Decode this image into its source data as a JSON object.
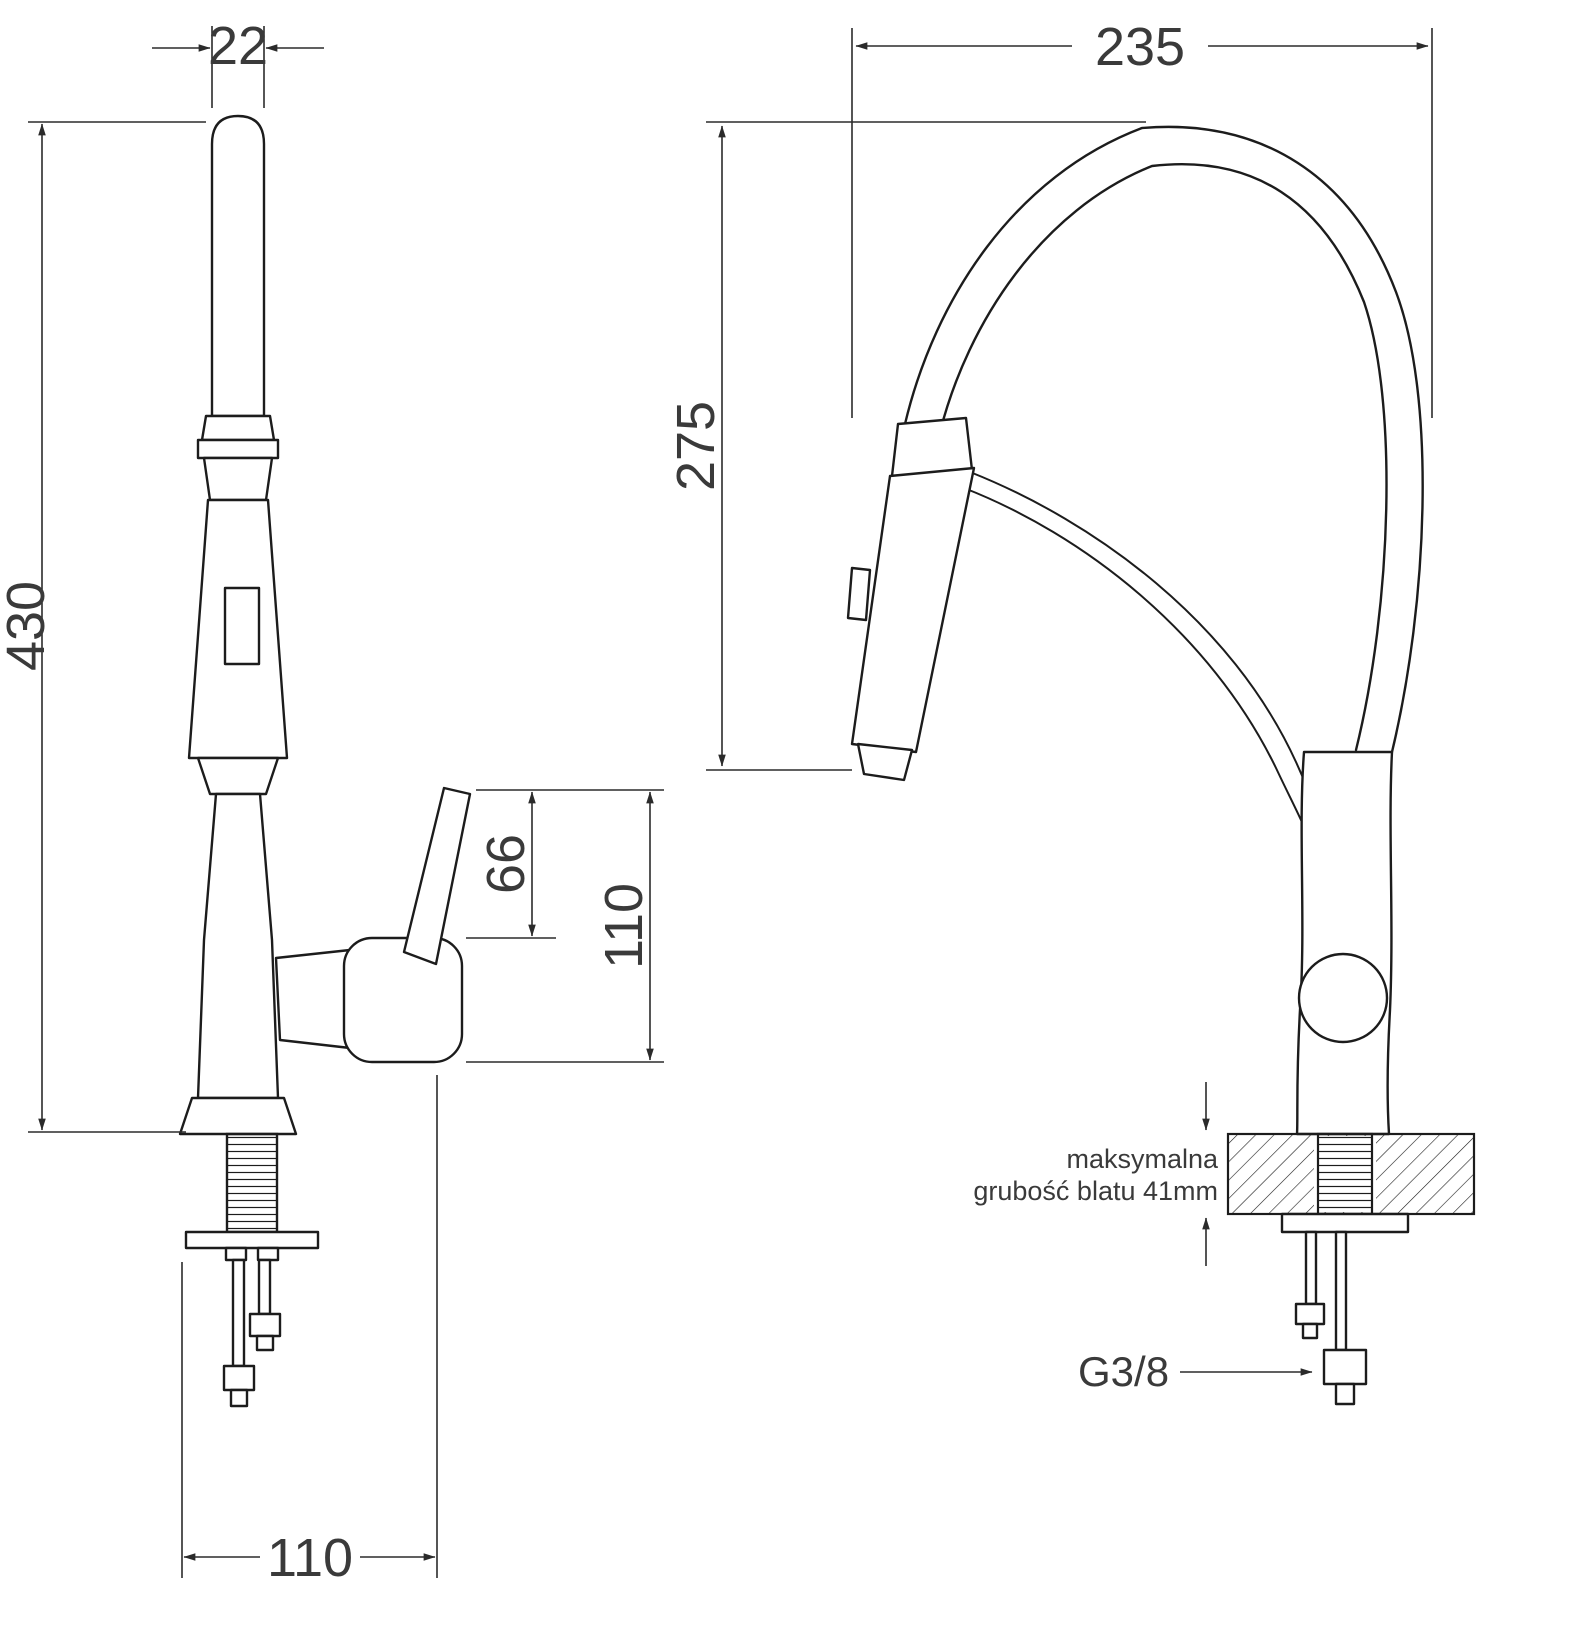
{
  "drawing": {
    "subject": "kitchen faucet with pull-down sprayer, dimensioned two-view technical drawing",
    "ink_color": "#1c1c1c",
    "dim_text_color": "#3a3a3a",
    "units": "mm",
    "left_view": {
      "spout_diameter": "22",
      "total_height": "430",
      "handle_lever_height": "66",
      "handle_height": "110",
      "base_depth": "110"
    },
    "right_view": {
      "spout_reach": "235",
      "spout_height": "275",
      "counter_note_line1": "maksymalna",
      "counter_note_line2": "grubość blatu 41mm",
      "connector_thread": "G3/8"
    }
  }
}
